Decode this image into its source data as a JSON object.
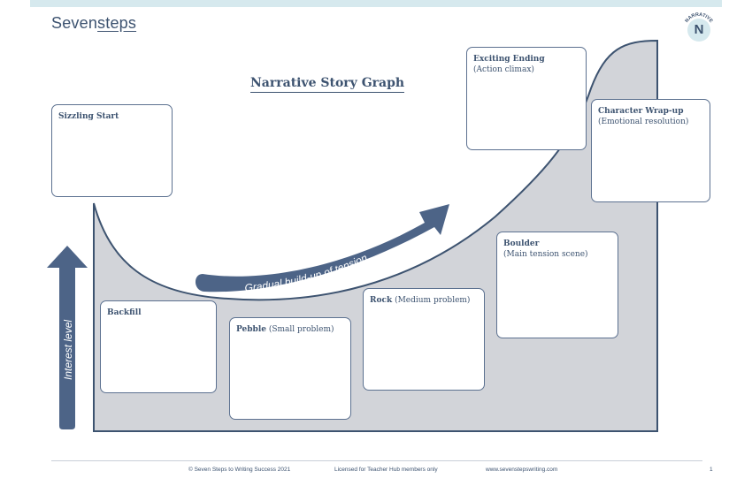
{
  "brand": {
    "logo_part1": "Seven",
    "logo_part2": "steps"
  },
  "badge": {
    "arc_text": "NARRATIVE",
    "letter": "N"
  },
  "title": "Narrative Story Graph",
  "arrows": {
    "tension": "Gradual build-up of tension",
    "interest": "Interest level"
  },
  "boxes": {
    "sizzling_start": {
      "title": "Sizzling Start",
      "subtitle": ""
    },
    "backfill": {
      "title": "Backfill",
      "subtitle": ""
    },
    "pebble": {
      "title": "Pebble",
      "subtitle": " (Small problem)"
    },
    "rock": {
      "title": "Rock",
      "subtitle": " (Medium problem)"
    },
    "boulder": {
      "title": "Boulder",
      "subtitle": "(Main tension scene)"
    },
    "exciting_ending": {
      "title": "Exciting Ending",
      "subtitle": "(Action climax)"
    },
    "character_wrapup": {
      "title": "Character Wrap-up",
      "subtitle": "(Emotional resolution)"
    }
  },
  "footer": {
    "copyright": "© Seven Steps to Writing Success 2021",
    "license": "Licensed for Teacher Hub members only",
    "website": "www.sevenstepswriting.com",
    "page": "1"
  },
  "colors": {
    "navy": "#3d5370",
    "arrow": "#4d6487",
    "fill": "#d2d4d9",
    "topbar": "#d6e9ee"
  }
}
